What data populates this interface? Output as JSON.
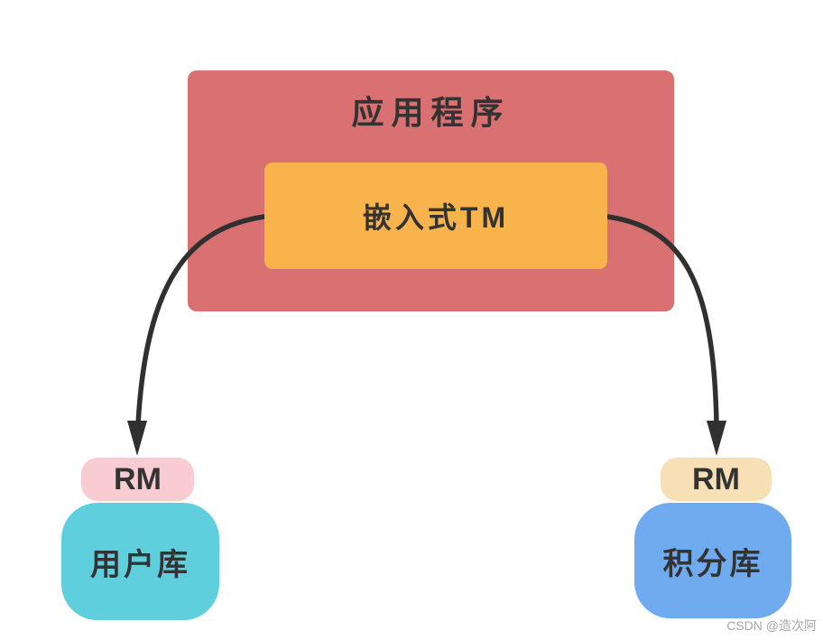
{
  "diagram": {
    "app_label": "应用程序",
    "tm_label": "嵌入式TM",
    "left_branch": {
      "rm_label": "RM",
      "db_label": "用户库"
    },
    "right_branch": {
      "rm_label": "RM",
      "db_label": "积分库"
    }
  },
  "colors": {
    "app_box": "#d97072",
    "tm_box": "#f8b34c",
    "rm_pill_left": "#f9ccd4",
    "rm_pill_right": "#f7dfb6",
    "db_left": "#5fcedd",
    "db_right": "#70abf0",
    "arrow": "#303030",
    "label_text": "#333333",
    "watermark_text": "#a6a6a6"
  },
  "watermark": "CSDN @造次阿"
}
